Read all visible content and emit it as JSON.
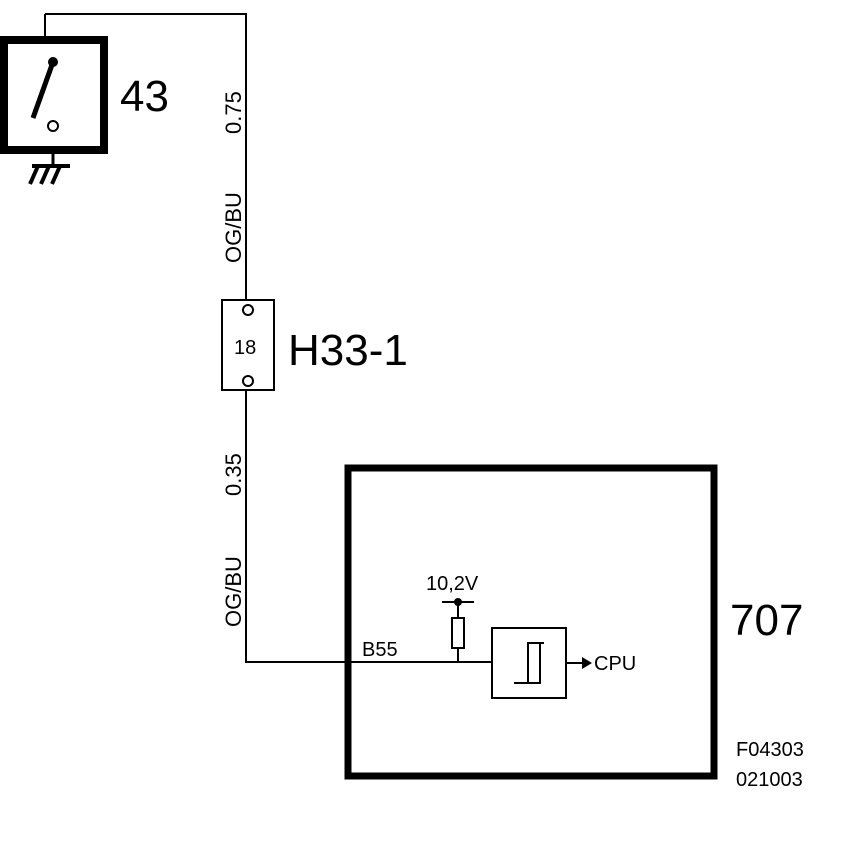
{
  "components": {
    "switch": {
      "id": "43",
      "icon": "switch-icon",
      "ground_icon": "ground-icon"
    },
    "connector": {
      "id": "H33-1",
      "pin": "18",
      "icon": "connector-icon"
    },
    "module": {
      "id": "707",
      "pin_label": "B55",
      "voltage": "10,2V",
      "output": "CPU",
      "resistor_icon": "resistor-icon",
      "comparator_icon": "comparator-icon"
    }
  },
  "wires": {
    "upper": {
      "size": "0.75",
      "color": "OG/BU"
    },
    "lower": {
      "size": "0.35",
      "color": "OG/BU"
    }
  },
  "figure": {
    "code": "F04303",
    "date": "021003"
  },
  "colors": {
    "line": "#000000",
    "background": "#ffffff"
  }
}
